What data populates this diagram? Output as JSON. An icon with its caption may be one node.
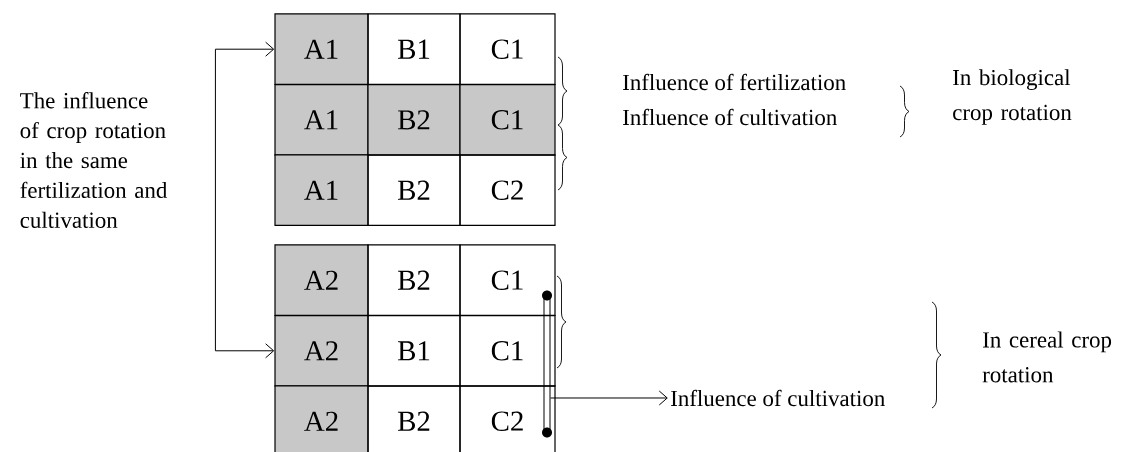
{
  "diagram": {
    "nodes": [
      {
        "text": [
          "The influence of crop rotation in the same fertilization and cultivation"
        ]
      },
      {
        "text": [
          "A1"
        ]
      },
      {
        "text": [
          "B1"
        ]
      },
      {
        "text": [
          "C1"
        ]
      },
      {
        "text": [
          "A1"
        ]
      },
      {
        "text": [
          "B2"
        ]
      },
      {
        "text": [
          "C1"
        ]
      },
      {
        "text": [
          "A1"
        ]
      },
      {
        "text": [
          "B2"
        ]
      },
      {
        "text": [
          "C2"
        ]
      },
      {
        "text": [
          "A2"
        ]
      },
      {
        "text": [
          "B2"
        ]
      },
      {
        "text": [
          "C1"
        ]
      },
      {
        "text": [
          "A2"
        ]
      },
      {
        "text": [
          "B1"
        ]
      },
      {
        "text": [
          "C1"
        ]
      },
      {
        "text": [
          "A2"
        ]
      },
      {
        "text": [
          "B2"
        ]
      },
      {
        "text": [
          "C2"
        ]
      },
      {
        "text": [
          "Influence of fertilization"
        ]
      },
      {
        "text": [
          "Influence of cultivation"
        ]
      },
      {
        "text": [
          "In biological crop rotation"
        ]
      },
      {
        "text": [
          "Influence of cultivation"
        ]
      },
      {
        "text": [
          "In cereal crop rotation"
        ]
      },
      {
        "text": [],
        "shape": "bar"
      }
    ],
    "edges": [
      {
        "from": 0,
        "to": 1,
        "arrow": "to"
      },
      {
        "from": 0,
        "to": 13,
        "arrow": "to"
      },
      {
        "from": 24,
        "to": 22,
        "arrow": "to"
      }
    ]
  }
}
